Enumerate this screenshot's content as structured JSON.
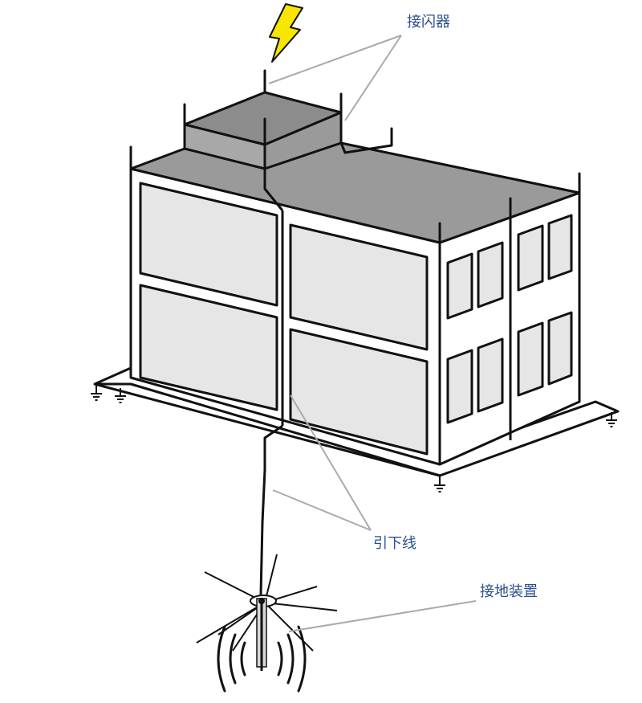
{
  "labels": {
    "lightning_rod": "接闪器",
    "down_conductor": "引下线",
    "grounding_device": "接地装置"
  },
  "colors": {
    "roof": "#9a9a9a",
    "window": "#e6e6e6",
    "wall": "#ffffff",
    "outline": "#111111",
    "leader": "#aaaaaa",
    "bolt_fill": "#f7e600",
    "label_text": "#2b4f8e"
  }
}
